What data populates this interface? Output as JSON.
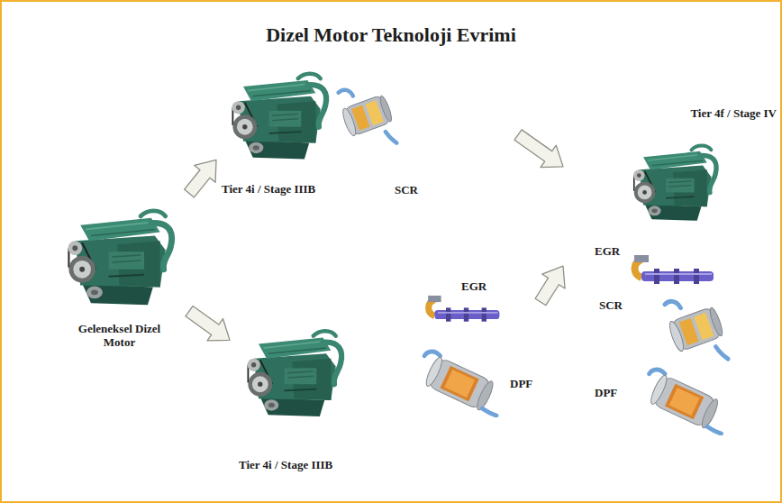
{
  "diagram": {
    "title": "Dizel Motor Teknoloji Evrimi",
    "nodes": [
      {
        "text": [
          "Geleneksel Dizel Motor"
        ]
      },
      {
        "text": [
          "Tier 4i / Stage IIIB"
        ]
      },
      {
        "text": [
          "Tier 4i / Stage IIIB"
        ]
      },
      {
        "text": [
          "Tier 4f / Stage IV"
        ]
      }
    ],
    "edges": [
      {
        "from": 0,
        "to": 1,
        "arrow": "to"
      },
      {
        "from": 0,
        "to": 2,
        "arrow": "to"
      },
      {
        "from": 1,
        "to": 3,
        "arrow": "to"
      },
      {
        "from": 2,
        "to": 3,
        "arrow": "to"
      }
    ],
    "labels": [
      "SCR",
      "EGR",
      "DPF",
      "EGR",
      "SCR",
      "DPF"
    ]
  }
}
